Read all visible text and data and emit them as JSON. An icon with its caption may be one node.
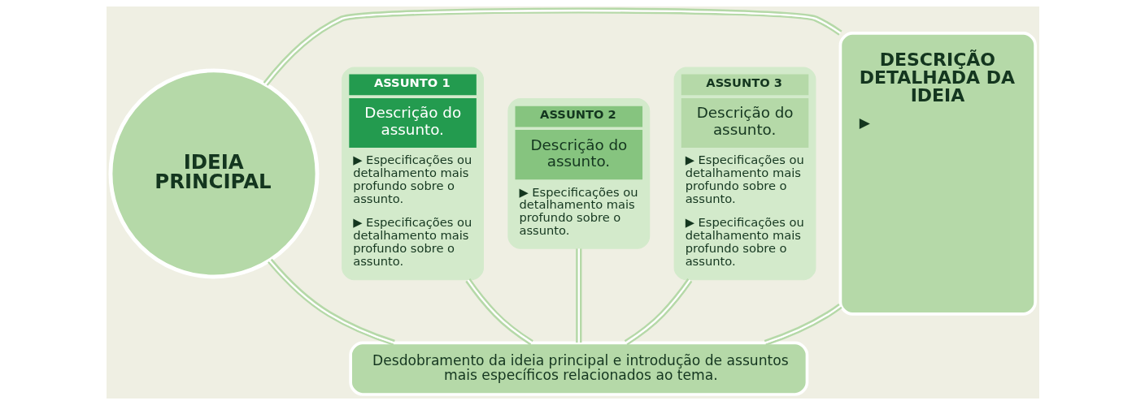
{
  "diagram": {
    "nodes": [
      {
        "text": [
          "IDEIA PRINCIPAL"
        ]
      },
      {
        "text": [
          "Desdobramento da ideia principal e introdução de assuntos mais específicos relacionados ao tema."
        ]
      },
      {
        "text": [
          "ASSUNTO 1",
          "Descrição do assunto.",
          "▶ Especificações ou detalhamento mais profundo sobre o assunto.",
          "▶ Especificações ou detalhamento mais profundo sobre o assunto."
        ]
      },
      {
        "text": [
          "ASSUNTO 2",
          "Descrição do assunto.",
          "▶ Especificações ou detalhamento mais profundo sobre o assunto."
        ]
      },
      {
        "text": [
          "ASSUNTO 3",
          "Descrição do assunto.",
          "▶ Especificações ou detalhamento mais profundo sobre o assunto.",
          "▶ Especificações ou detalhamento mais profundo sobre o assunto."
        ]
      },
      {
        "text": [
          "DESCRIÇÃO DETALHADA DA IDEIA",
          "▶"
        ]
      }
    ],
    "edges": [
      {
        "from": 0,
        "to": 1,
        "arrow": "none"
      },
      {
        "from": 1,
        "to": 2,
        "arrow": "none"
      },
      {
        "from": 1,
        "to": 3,
        "arrow": "none"
      },
      {
        "from": 1,
        "to": 4,
        "arrow": "none"
      },
      {
        "from": 1,
        "to": 5,
        "arrow": "none"
      },
      {
        "from": 0,
        "to": 5,
        "arrow": "none"
      }
    ]
  }
}
